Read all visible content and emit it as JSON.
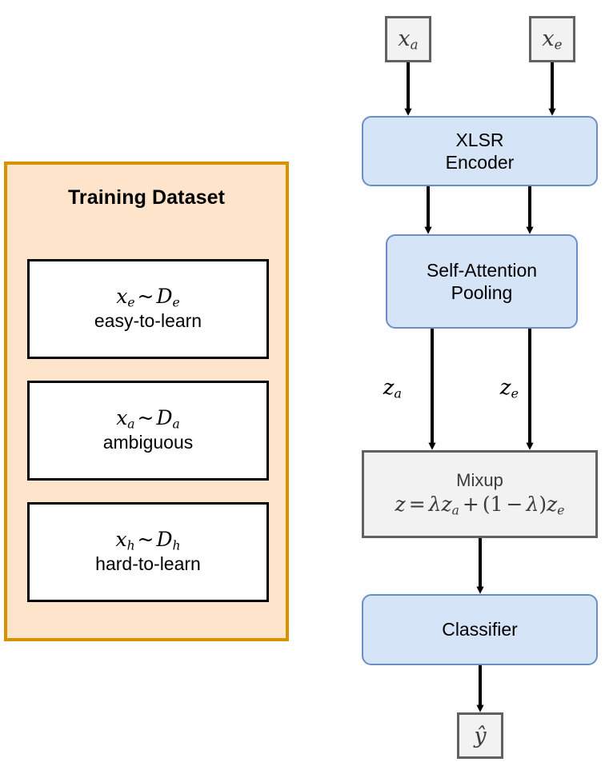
{
  "figure": {
    "type": "pipeline-diagram",
    "title": "Training pipeline with dataset cartography and mixup"
  },
  "dataset_panel": {
    "title": "Training Dataset",
    "border_color": "#d79200",
    "fill_color": "#fde4cb",
    "boxes": [
      {
        "math_var": "x",
        "math_sub": "e",
        "sim": "~",
        "dist": "D",
        "dist_sub": "e",
        "label": "easy-to-learn"
      },
      {
        "math_var": "x",
        "math_sub": "a",
        "sim": "~",
        "dist": "D",
        "dist_sub": "a",
        "label": "ambiguous"
      },
      {
        "math_var": "x",
        "math_sub": "h",
        "sim": "~",
        "dist": "D",
        "dist_sub": "h",
        "label": "hard-to-learn"
      }
    ]
  },
  "pipeline": {
    "inputs": [
      {
        "var": "x",
        "sub": "a",
        "name": "input-xa"
      },
      {
        "var": "x",
        "sub": "e",
        "name": "input-xe"
      }
    ],
    "encoder": {
      "line1": "XLSR",
      "line2": "Encoder",
      "fill": "#d6e4f7",
      "border": "#6b8fc4"
    },
    "pooling": {
      "line1": "Self-Attention",
      "line2": "Pooling",
      "fill": "#d6e4f7",
      "border": "#6b8fc4"
    },
    "latents": [
      {
        "var": "z",
        "sub": "a"
      },
      {
        "var": "z",
        "sub": "e"
      }
    ],
    "mixup": {
      "title": "Mixup",
      "formula": {
        "lhs": "z",
        "eq": "=",
        "lambda": "λ",
        "term1_var": "z",
        "term1_sub": "a",
        "plus": "+",
        "open": "(",
        "one": "1",
        "minus": "−",
        "close": ")",
        "term2_var": "z",
        "term2_sub": "e"
      },
      "fill": "#f2f2f2",
      "border": "#616161"
    },
    "classifier": {
      "label": "Classifier",
      "fill": "#d6e4f7",
      "border": "#6b8fc4"
    },
    "output": {
      "var": "ŷ",
      "name": "output-yhat",
      "fill": "#f2f2f2",
      "border": "#616161"
    }
  },
  "colors": {
    "panel_fill": "#fde4cb",
    "panel_border": "#d79200",
    "blue_fill": "#d6e4f7",
    "blue_border": "#6b8fc4",
    "gray_fill": "#f2f2f2",
    "gray_border": "#616161",
    "arrow": "#000000"
  }
}
